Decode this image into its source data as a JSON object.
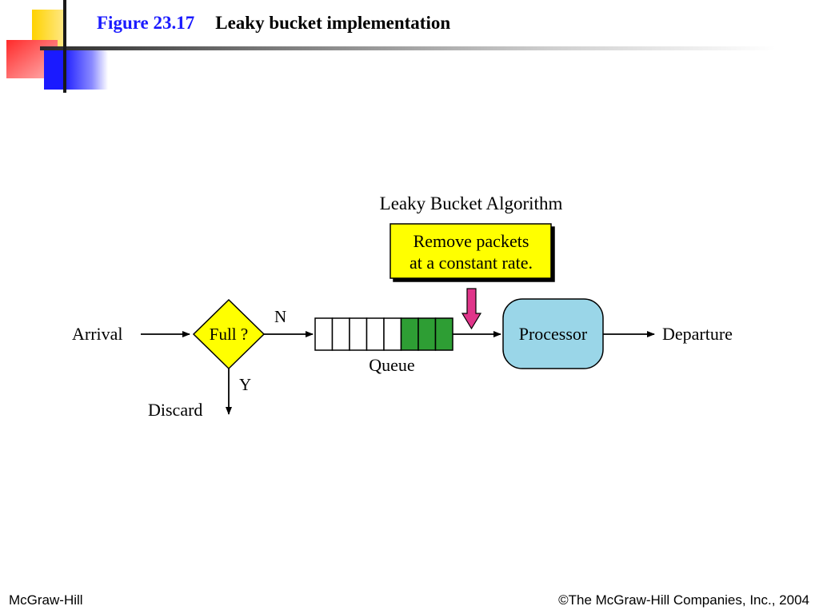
{
  "slide": {
    "figure_number": "Figure 23.17",
    "figure_title": "Leaky bucket implementation"
  },
  "diagram": {
    "heading": "Leaky Bucket Algorithm",
    "note_line1": "Remove packets",
    "note_line2": "at a constant rate.",
    "arrival_label": "Arrival",
    "decision_label": "Full ?",
    "no_label": "N",
    "yes_label": "Y",
    "discard_label": "Discard",
    "queue_label": "Queue",
    "processor_label": "Processor",
    "departure_label": "Departure",
    "queue_slots_total": 8,
    "queue_slots_filled": 3,
    "colors": {
      "decision_fill": "#ffff00",
      "note_fill": "#ffff00",
      "filled_slot": "#2e9e34",
      "processor_fill": "#9ad6e8",
      "drip_arrow": "#e0358a"
    }
  },
  "footer": {
    "left": "McGraw-Hill",
    "right": "©The McGraw-Hill Companies, Inc., 2004"
  }
}
